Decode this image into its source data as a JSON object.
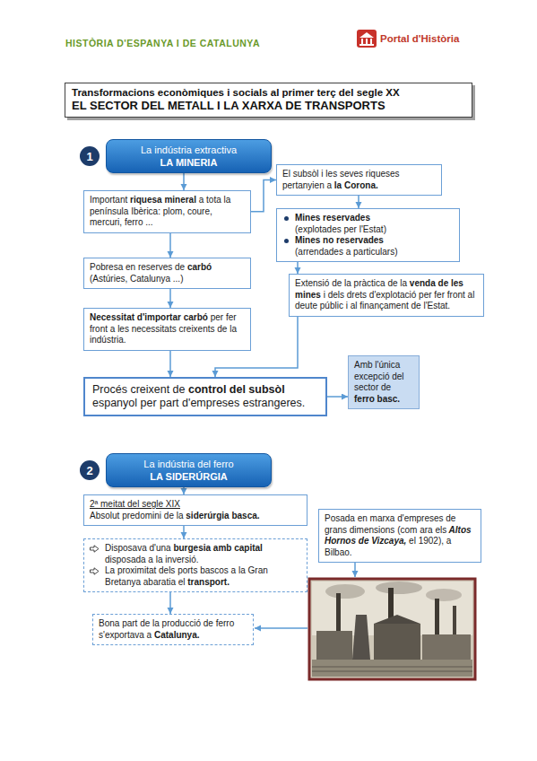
{
  "diagram": {
    "nodes": [
      {
        "text": [
          "Transformacions econòmiques i socials al primer terç del segle XX",
          "EL SECTOR DEL METALL I LA XARXA DE TRANSPORTS"
        ]
      },
      {
        "text": [
          "1"
        ]
      },
      {
        "text": [
          "La indústria extractiva",
          "LA MINERIA"
        ]
      },
      {
        "text": [
          "Important riquesa mineral a tota la península Ibèrica: plom, coure, mercuri, ferro ..."
        ]
      },
      {
        "text": [
          "El subsòl i les seves riqueses pertanyien a la Corona."
        ]
      },
      {
        "text": [
          "Mines reservades (explotades per l'Estat)",
          "Mines no reservades (arrendades a particulars)"
        ]
      },
      {
        "text": [
          "Pobresa en reserves de carbó (Astúries, Catalunya ...)"
        ]
      },
      {
        "text": [
          "Extensió de la pràctica de la venda de les mines i dels drets d'explotació per fer front al deute públic i al finançament de l'Estat."
        ]
      },
      {
        "text": [
          "Necessitat d'importar carbó per fer front a les necessitats creixents de la indústria."
        ]
      },
      {
        "text": [
          "Procés creixent de control del subsòl espanyol per part d'empreses estrangeres."
        ]
      },
      {
        "text": [
          "Amb l'única excepció del sector de ferro basc."
        ]
      },
      {
        "text": [
          "2"
        ]
      },
      {
        "text": [
          "La indústria del ferro",
          "LA SIDERÚRGIA"
        ]
      },
      {
        "text": [
          "2ª meitat del segle XIX",
          "Absolut predomini de la siderúrgia basca."
        ]
      },
      {
        "text": [
          "Disposava d'una burgesia amb capital disposada a la inversió.",
          "La proximitat dels ports bascos a la Gran Bretanya abaratia el transport."
        ]
      },
      {
        "text": [
          "Bona part de la producció de ferro s'exportava a Catalunya."
        ]
      },
      {
        "text": [
          "Posada en marxa d'empreses de grans dimensions (com ara els Altos Hornos de Vizcaya, el 1902), a Bilbao."
        ]
      }
    ],
    "edges": [
      {
        "from": 2,
        "to": 3,
        "arrow": "to"
      },
      {
        "from": 3,
        "to": 4,
        "arrow": "to"
      },
      {
        "from": 4,
        "to": 5,
        "arrow": "to"
      },
      {
        "from": 5,
        "to": 7,
        "arrow": "to"
      },
      {
        "from": 3,
        "to": 6,
        "arrow": "to"
      },
      {
        "from": 6,
        "to": 8,
        "arrow": "to"
      },
      {
        "from": 8,
        "to": 9,
        "arrow": "to"
      },
      {
        "from": 7,
        "to": 9,
        "arrow": "to"
      },
      {
        "from": 9,
        "to": 10,
        "arrow": "to"
      },
      {
        "from": 12,
        "to": 13,
        "arrow": "to"
      },
      {
        "from": 13,
        "to": 14,
        "arrow": "to"
      },
      {
        "from": 14,
        "to": 15,
        "arrow": "to"
      }
    ],
    "labels": [
      "HISTÒRIA D'ESPANYA I DE CATALUNYA",
      "Portal d'Història"
    ]
  }
}
